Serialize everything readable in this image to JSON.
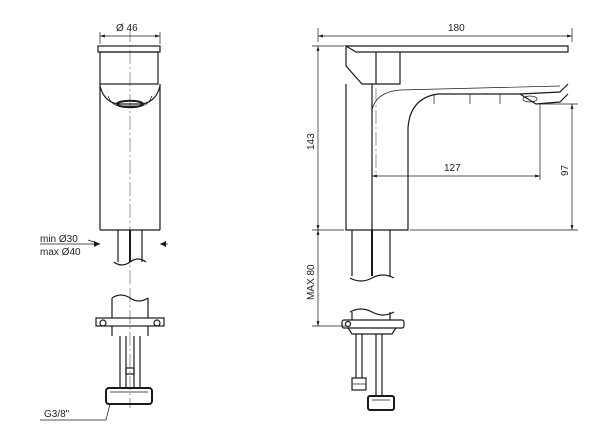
{
  "dimensions": {
    "front_width": "Ø 46",
    "overall_length": "180",
    "overall_height": "143",
    "spout_reach": "127",
    "spout_height": "97",
    "max_deck": "MAX 80",
    "hole_min": "min Ø30",
    "hole_max": "max Ø40",
    "connection": "G3/8\""
  }
}
